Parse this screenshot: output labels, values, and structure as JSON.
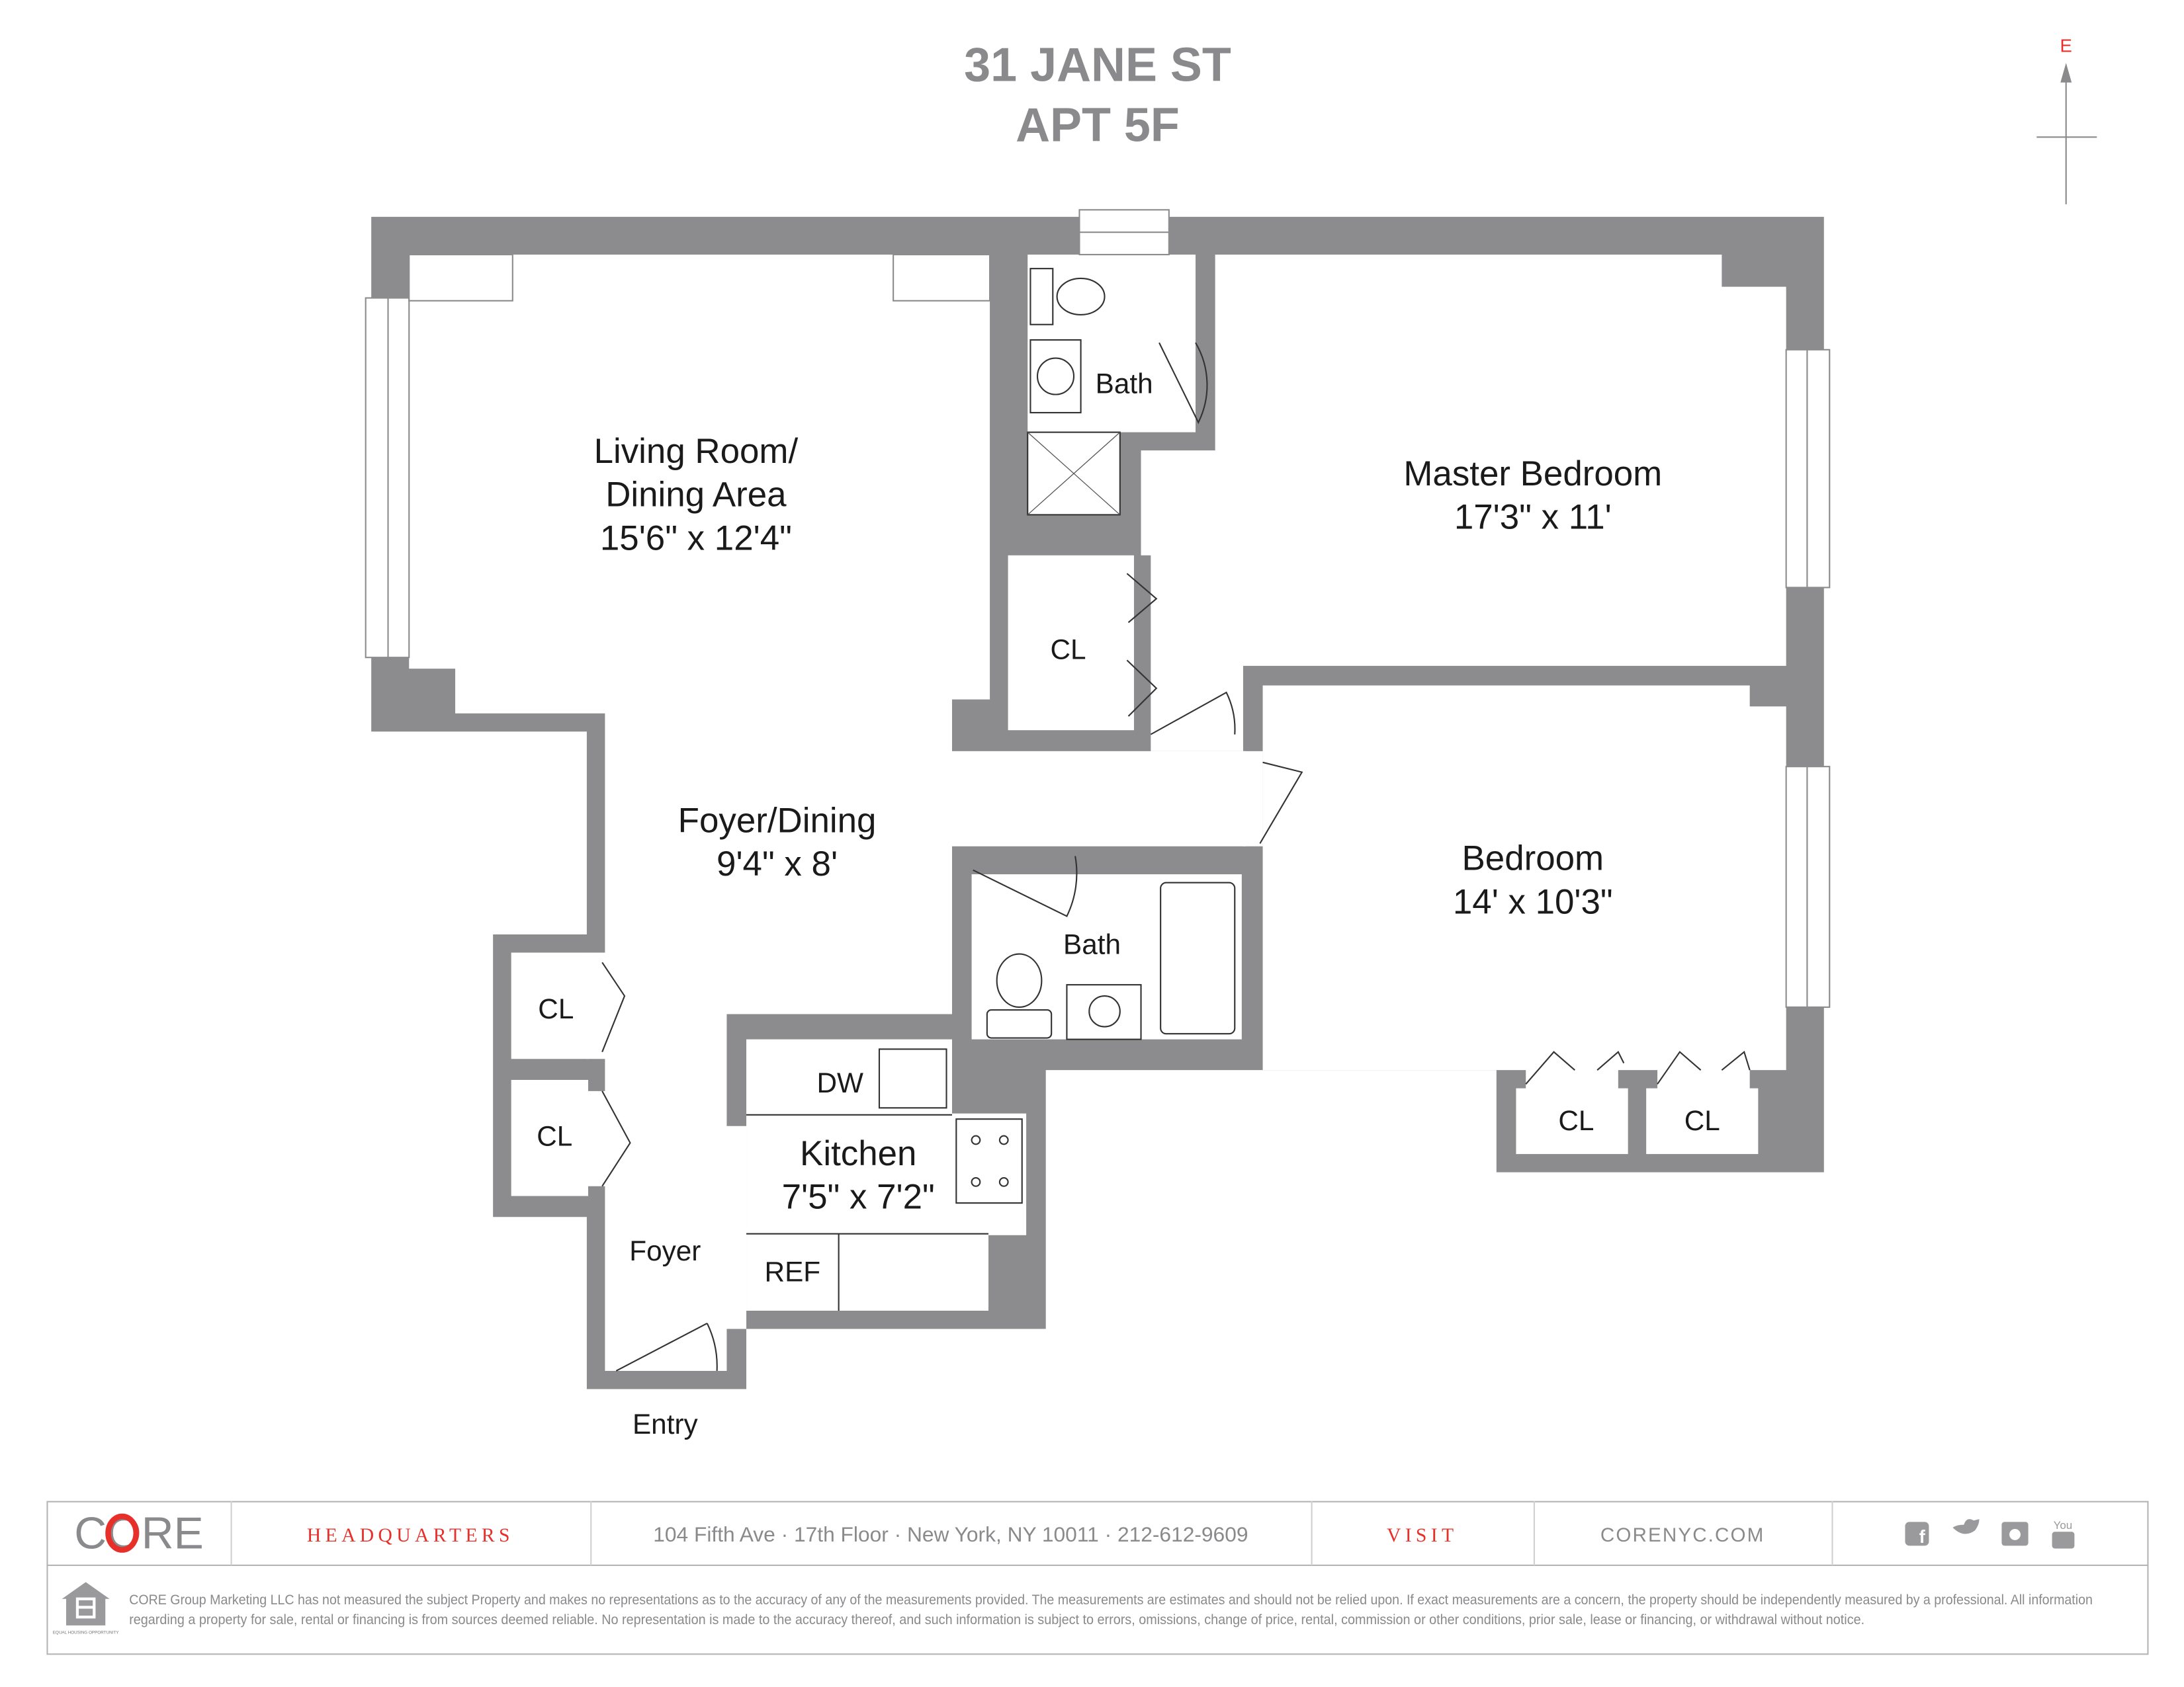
{
  "header": {
    "address": "31 JANE ST",
    "unit": "APT 5F"
  },
  "compass": {
    "label": "E",
    "label_color": "#e8302a"
  },
  "rooms": {
    "living": {
      "name_line1": "Living Room/",
      "name_line2": "Dining Area",
      "size": "15'6\" x 12'4\""
    },
    "master_bedroom": {
      "name": "Master Bedroom",
      "size": "17'3\" x 11'"
    },
    "bedroom": {
      "name": "Bedroom",
      "size": "14' x 10'3\""
    },
    "foyer_dining": {
      "name": "Foyer/Dining",
      "size": "9'4\" x 8'"
    },
    "kitchen": {
      "name": "Kitchen",
      "size": "7'5\" x 7'2\""
    },
    "master_bath": {
      "name": "Bath"
    },
    "bath": {
      "name": "Bath"
    },
    "foyer": {
      "name": "Foyer"
    },
    "entry": {
      "name": "Entry"
    },
    "closet_label": "CL",
    "dw": "DW",
    "ref": "REF"
  },
  "footer": {
    "logo": "CORE",
    "headquarters_label": "HEADQUARTERS",
    "address": "104 Fifth Ave · 17th Floor · New York, NY 10011 · 212-612-9609",
    "visit_label": "VISIT",
    "website": "CORENYC.COM",
    "social_icons": [
      "facebook-icon",
      "twitter-icon",
      "instagram-icon",
      "youtube-icon"
    ],
    "equal_housing": "EQUAL HOUSING OPPORTUNITY",
    "disclaimer_line1": "CORE Group Marketing LLC has not measured the subject Property and makes no representations as to the accuracy of any of the measurements provided. The measurements are estimates and should not be relied upon. If exact measurements are a concern, the property should be independently measured by a professional. All information",
    "disclaimer_line2": "regarding a property for sale, rental or financing is from sources deemed reliable. No representation is made to the accuracy thereof, and such information is subject to errors, omissions, change of price, rental, commission or other conditions, prior sale, lease or financing, or withdrawal without notice.",
    "accent_color": "#e8302a"
  }
}
